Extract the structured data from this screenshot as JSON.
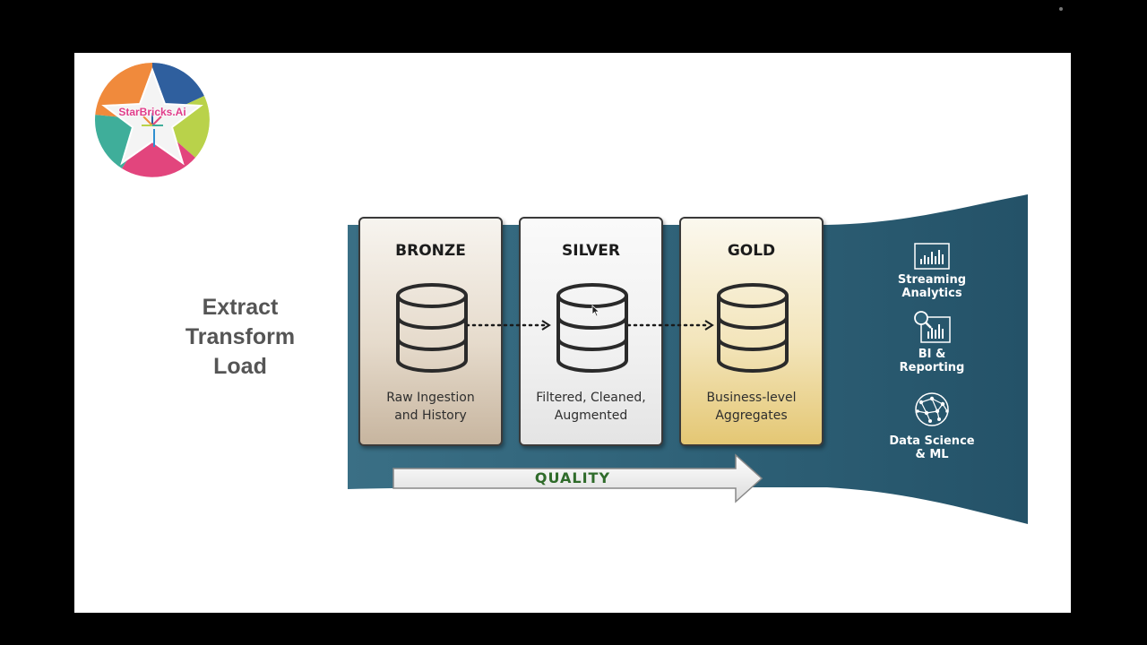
{
  "logo": {
    "text": "StarBricks.Ai"
  },
  "heading": {
    "lines": [
      "Extract",
      "Transform",
      "Load"
    ]
  },
  "tiers": [
    {
      "name": "BRONZE",
      "desc_lines": [
        "Raw Ingestion",
        "and History"
      ]
    },
    {
      "name": "SILVER",
      "desc_lines": [
        "Filtered, Cleaned,",
        "Augmented"
      ]
    },
    {
      "name": "GOLD",
      "desc_lines": [
        "Business-level",
        "Aggregates"
      ]
    }
  ],
  "quality": {
    "label": "QUALITY"
  },
  "use_cases": [
    {
      "icon": "bar-chart-icon",
      "label_lines": [
        "Streaming",
        "Analytics"
      ]
    },
    {
      "icon": "magnifier-chart-icon",
      "label_lines": [
        "BI &",
        "Reporting"
      ]
    },
    {
      "icon": "network-globe-icon",
      "label_lines": [
        "Data Science",
        "& ML"
      ]
    }
  ],
  "colors": {
    "band": "#2e5f75",
    "quality_text": "#2f6b2a",
    "heading_text": "#555555"
  }
}
